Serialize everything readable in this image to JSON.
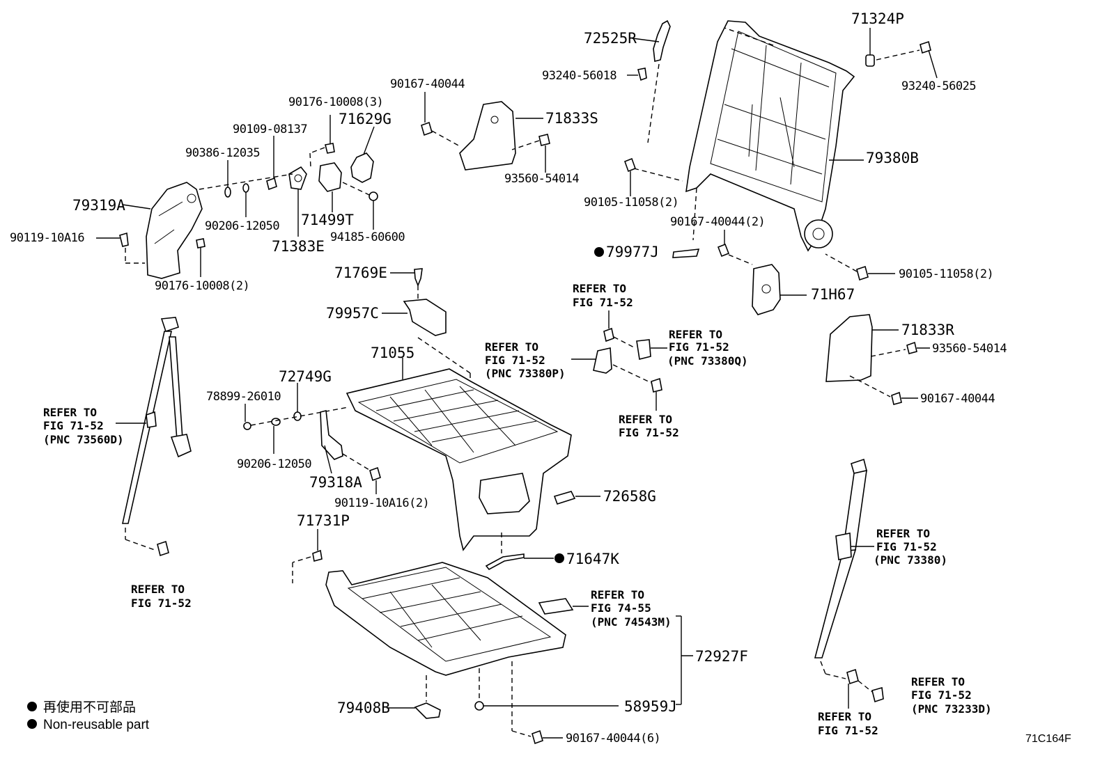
{
  "labels": {
    "p71324P": "71324P",
    "p72525R": "72525R",
    "p93240_56018": "93240-56018",
    "p93240_56025": "93240-56025",
    "p90167_40044_top": "90167-40044",
    "p71833S": "71833S",
    "p93560_54014_a": "93560-54014",
    "p90176_10008_3": "90176-10008(3)",
    "p71629G": "71629G",
    "p90109_08137": "90109-08137",
    "p90386_12035": "90386-12035",
    "p79319A": "79319A",
    "p90206_12050_a": "90206-12050",
    "p71499T": "71499T",
    "p71383E": "71383E",
    "p94185_60600": "94185-60600",
    "p90119_10A16": "90119-10A16",
    "p90176_10008_2": "90176-10008(2)",
    "p79380B": "79380B",
    "p90105_11058_2a": "90105-11058(2)",
    "p90167_40044_2": "90167-40044(2)",
    "p79977J": "79977J",
    "p90105_11058_2b": "90105-11058(2)",
    "p71H67": "71H67",
    "p71769E": "71769E",
    "p79957C": "79957C",
    "p71833R": "71833R",
    "p93560_54014_b": "93560-54014",
    "p90167_40044_r": "90167-40044",
    "p71055": "71055",
    "p72749G": "72749G",
    "p78899_26010": "78899-26010",
    "p90206_12050_b": "90206-12050",
    "p79318A": "79318A",
    "p90119_10A16_2": "90119-10A16(2)",
    "p72658G": "72658G",
    "p71731P": "71731P",
    "p71647K": "71647K",
    "p72927F": "72927F",
    "p79408B": "79408B",
    "p58959J": "58959J",
    "p90167_40044_6": "90167-40044(6)"
  },
  "refs": {
    "r1_l1": "REFER TO",
    "r1_l2": "FIG 71-52",
    "r2_l1": "REFER TO",
    "r2_l2": "FIG 71-52",
    "r2_l3": "(PNC 73380Q)",
    "r3_l1": "REFER TO",
    "r3_l2": "FIG 71-52",
    "r3_l3": "(PNC 73380P)",
    "r4_l1": "REFER TO",
    "r4_l2": "FIG 71-52",
    "r5_l1": "REFER TO",
    "r5_l2": "FIG 71-52",
    "r5_l3": "(PNC 73560D)",
    "r6_l1": "REFER TO",
    "r6_l2": "FIG 71-52",
    "r7_l1": "REFER TO",
    "r7_l2": "FIG 74-55",
    "r7_l3": "(PNC 74543M)",
    "r8_l1": "REFER TO",
    "r8_l2": "FIG 71-52",
    "r8_l3": "(PNC 73380)",
    "r9_l1": "REFER TO",
    "r9_l2": "FIG 71-52",
    "r9_l3": "(PNC 73233D)",
    "r10_l1": "REFER TO",
    "r10_l2": "FIG 71-52"
  },
  "legend": {
    "japanese": "再使用不可部品",
    "english": "Non-reusable part"
  },
  "figure_code": "71C164F",
  "colors": {
    "ink": "#000000",
    "paper": "#ffffff"
  }
}
